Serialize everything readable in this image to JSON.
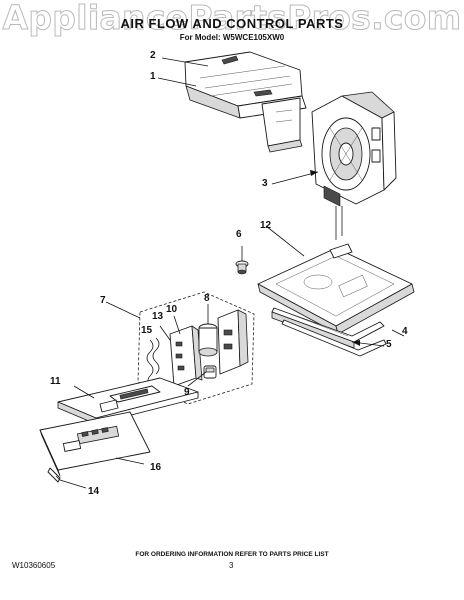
{
  "header": {
    "watermark": "AppliancePartsPros.com",
    "title": "AIR FLOW AND CONTROL PARTS",
    "model": "For Model: W5WCE105XW0"
  },
  "callouts": {
    "c1": "1",
    "c2": "2",
    "c3": "3",
    "c4": "4",
    "c5": "5",
    "c6": "6",
    "c7": "7",
    "c8": "8",
    "c9": "9",
    "c10": "10",
    "c11": "11",
    "c12": "12",
    "c13": "13",
    "c14": "14",
    "c15": "15",
    "c16": "16"
  },
  "footer": {
    "ordering_note": "FOR ORDERING INFORMATION REFER TO PARTS PRICE LIST",
    "doc_number": "W10360605",
    "page_number": "3"
  }
}
